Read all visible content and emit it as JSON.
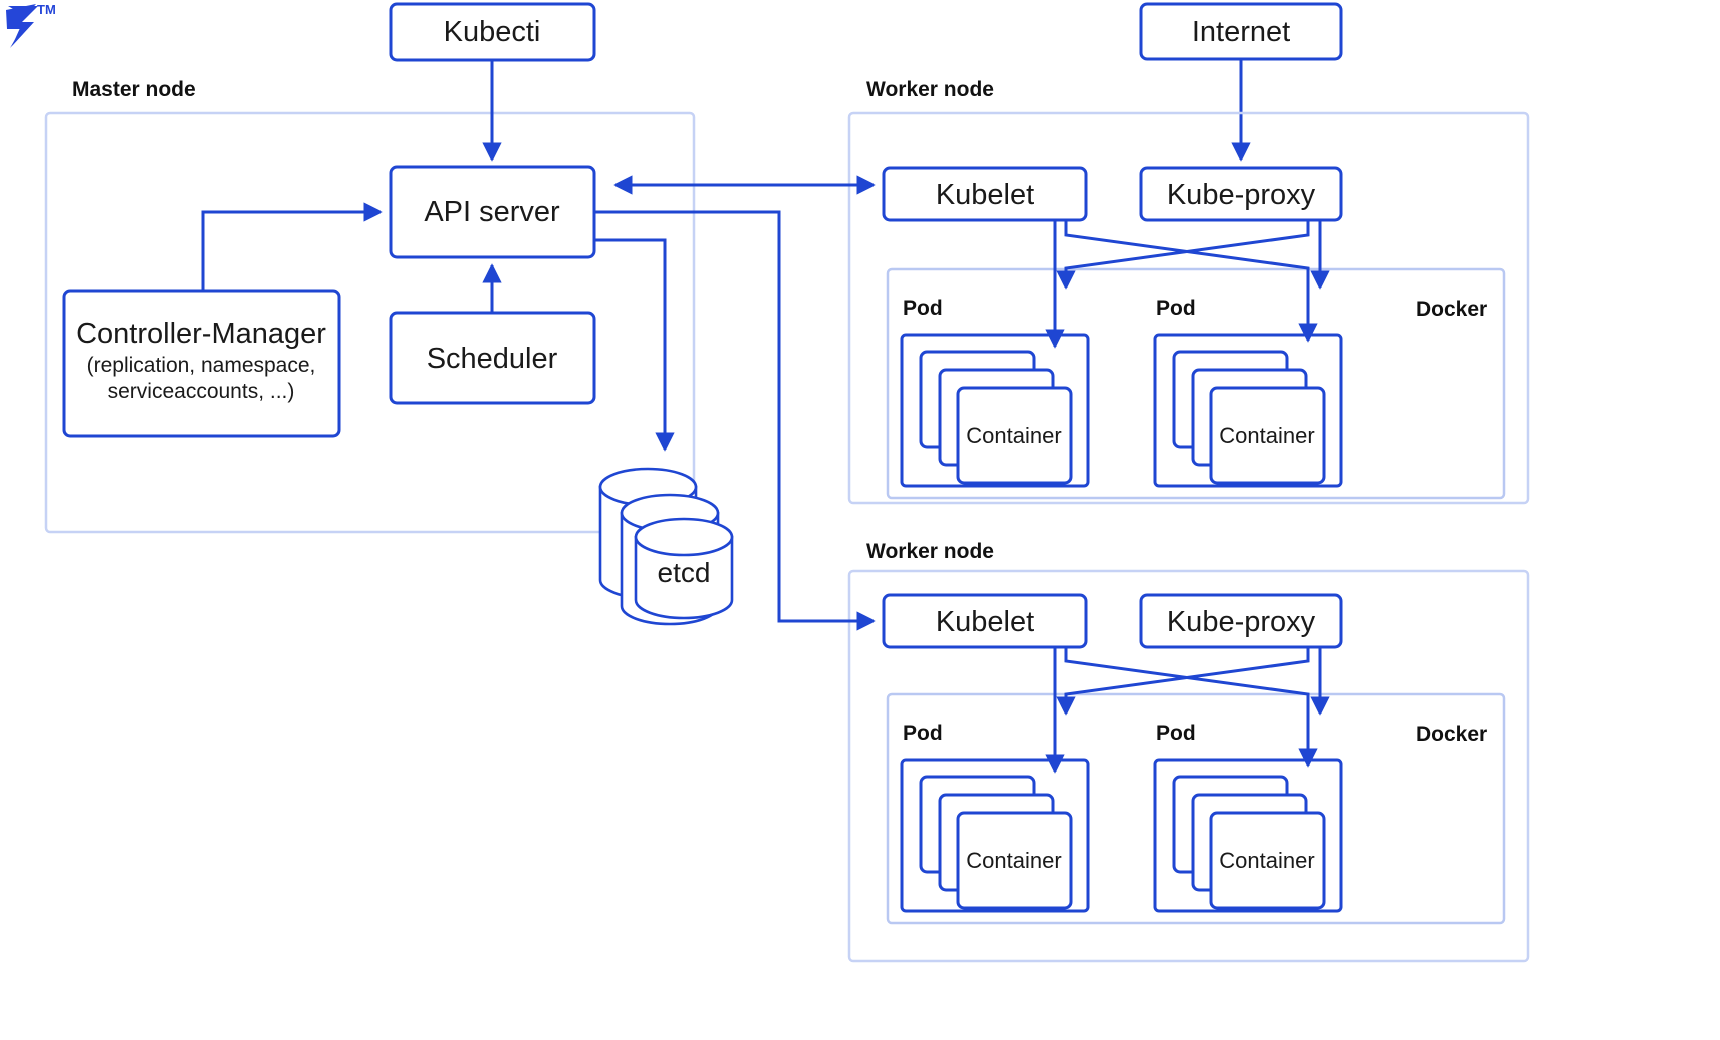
{
  "logo": {
    "name": "toptal-logo",
    "tm": "TM"
  },
  "diagram": {
    "title_master": "Master node",
    "zones": [
      {
        "id": "master",
        "label": "Master node"
      },
      {
        "id": "worker1",
        "label": "Worker node"
      },
      {
        "id": "worker2",
        "label": "Worker node"
      }
    ],
    "master": {
      "label": "Master node",
      "boxes": {
        "kubectl": "Kubecti",
        "api_server": "API server",
        "scheduler": "Scheduler",
        "controller_manager_title": "Controller-Manager",
        "controller_manager_line1": "(replication, namespace,",
        "controller_manager_line2": "serviceaccounts, ...)",
        "etcd": "etcd"
      }
    },
    "internet": {
      "label": "Internet"
    },
    "worker1": {
      "label": "Worker node",
      "kubelet": "Kubelet",
      "kube_proxy": "Kube-proxy",
      "docker": "Docker",
      "pods": [
        {
          "label": "Pod",
          "container": "Container"
        },
        {
          "label": "Pod",
          "container": "Container"
        }
      ]
    },
    "worker2": {
      "label": "Worker node",
      "kubelet": "Kubelet",
      "kube_proxy": "Kube-proxy",
      "docker": "Docker",
      "pods": [
        {
          "label": "Pod",
          "container": "Container"
        },
        {
          "label": "Pod",
          "container": "Container"
        }
      ]
    },
    "colors": {
      "line": "#1f46d2",
      "zone": "#c6d2f5",
      "text": "#1a1a1a",
      "logo": "#2546d8",
      "background": "#ffffff"
    }
  }
}
